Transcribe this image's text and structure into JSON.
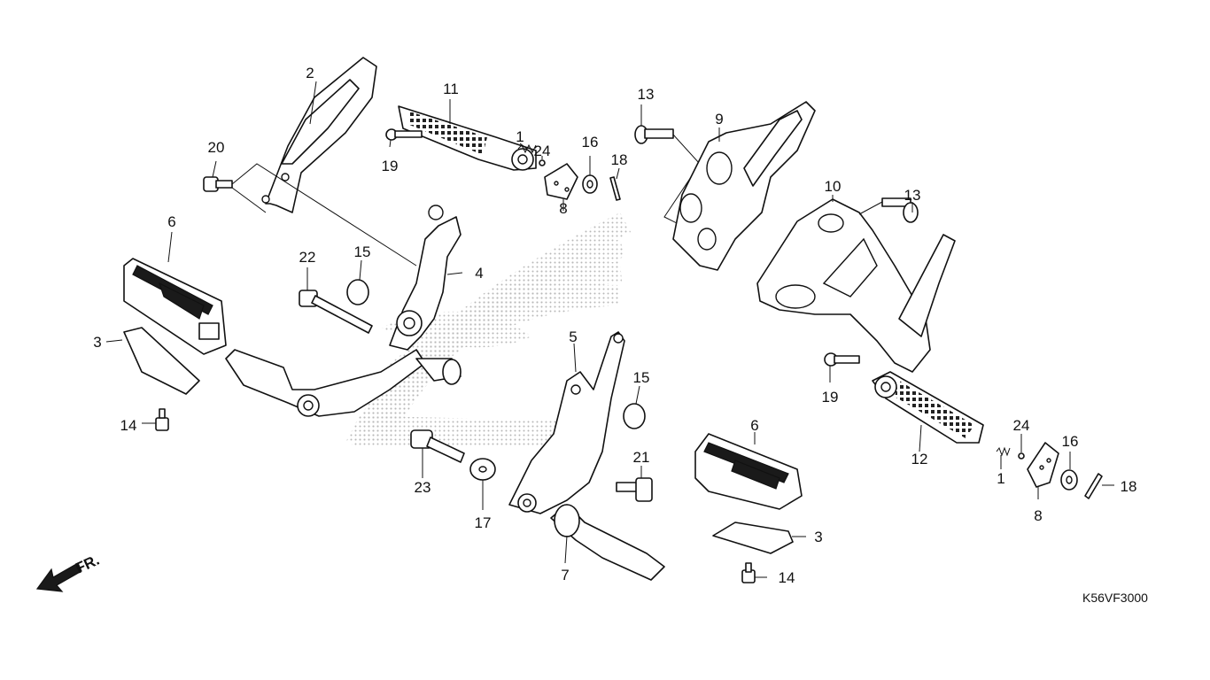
{
  "callouts": {
    "c1a": "1",
    "c1b": "1",
    "c2": "2",
    "c3a": "3",
    "c3b": "3",
    "c4": "4",
    "c5": "5",
    "c6a": "6",
    "c6b": "6",
    "c7": "7",
    "c8a": "8",
    "c8b": "8",
    "c9": "9",
    "c10": "10",
    "c11": "11",
    "c12": "12",
    "c13a": "13",
    "c13b": "13",
    "c14a": "14",
    "c14b": "14",
    "c15a": "15",
    "c15b": "15",
    "c16a": "16",
    "c16b": "16",
    "c17": "17",
    "c18a": "18",
    "c18b": "18",
    "c19a": "19",
    "c19b": "19",
    "c20": "20",
    "c21": "21",
    "c22": "22",
    "c23": "23",
    "c24a": "24",
    "c24b": "24"
  },
  "direction_label": "FR.",
  "drawing_code": "K56VF3000",
  "watermark_color": "#b8b8b8"
}
